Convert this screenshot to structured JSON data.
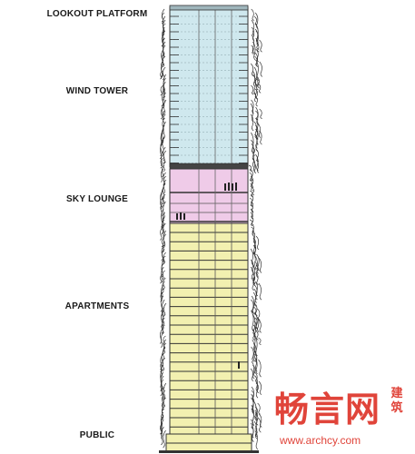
{
  "labels": {
    "lookout": "LOOKOUT PLATFORM",
    "wind_tower": "WIND TOWER",
    "sky_lounge": "SKY LOUNGE",
    "apartments": "APARTMENTS",
    "public": "PUBLIC"
  },
  "watermark": {
    "brand": "畅言网",
    "side": "建筑",
    "url": "www.archcy.com"
  },
  "colors": {
    "wind_tower": "#cfe8ee",
    "sky_lounge": "#efcbe8",
    "apartments": "#f2f0b0",
    "outline": "#333333",
    "watermark": "#e0443a"
  }
}
